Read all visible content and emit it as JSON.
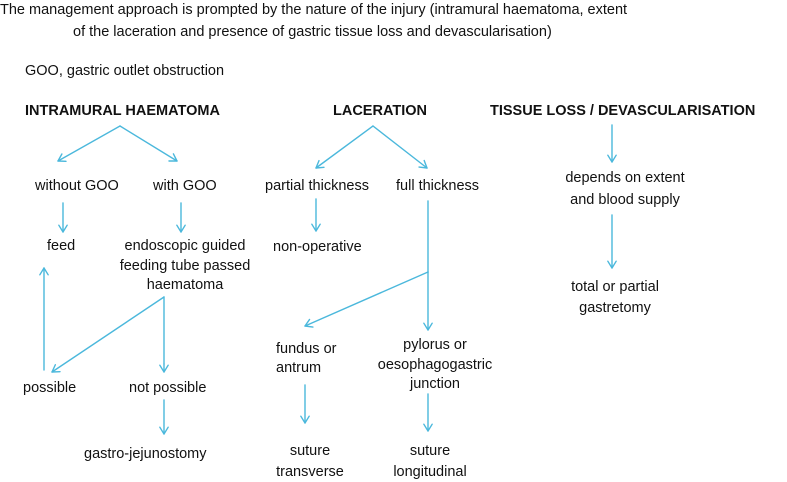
{
  "caption": {
    "line1": "The management approach is prompted by the nature of the injury (intramural haematoma, extent",
    "line2": "of the laceration and presence of gastric tissue loss and devascularisation)"
  },
  "abbreviation": "GOO, gastric outlet obstruction",
  "colors": {
    "arrow": "#4bb8dc",
    "text": "#111111"
  },
  "columns": {
    "haematoma": {
      "heading": "INTRAMURAL HAEMATOMA",
      "without_goo": "without GOO",
      "with_goo": "with GOO",
      "feed": "feed",
      "endoscopic": [
        "endoscopic guided",
        "feeding tube passed",
        "haematoma"
      ],
      "possible": "possible",
      "not_possible": "not possible",
      "gastro": "gastro-jejunostomy"
    },
    "laceration": {
      "heading": "LACERATION",
      "partial": "partial thickness",
      "full": "full thickness",
      "non_operative": "non-operative",
      "fundus": [
        "fundus or",
        "antrum"
      ],
      "pylorus": [
        "pylorus or",
        "oesophagogastric",
        "junction"
      ],
      "suture_transverse": [
        "suture",
        "transverse"
      ],
      "suture_longitudinal": [
        "suture",
        "longitudinal"
      ]
    },
    "tissue_loss": {
      "heading": "TISSUE LOSS / DEVASCULARISATION",
      "depends": [
        "depends on extent",
        "and  blood supply"
      ],
      "total": [
        "total or partial",
        "gastretomy"
      ]
    }
  }
}
